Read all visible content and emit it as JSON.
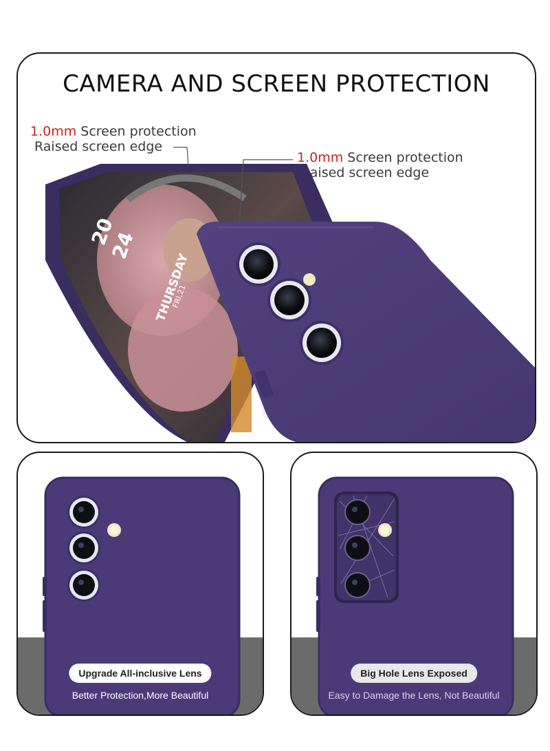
{
  "title": "CAMERA AND SCREEN PROTECTION",
  "callouts": [
    {
      "red": "1.0mm",
      "text": " Screen protection",
      "line2": "Raised screen edge"
    },
    {
      "red": "1.0mm",
      "text": " Screen protection",
      "line2": "Raised screen edge"
    }
  ],
  "screen": {
    "year_top": "20",
    "year_bottom": "24",
    "day": "THURSDAY",
    "date": "FRI,21"
  },
  "left_card": {
    "label": "Upgrade All-inclusive Lens",
    "subtitle": "Better Protection,More Beautiful"
  },
  "right_card": {
    "label": "Big Hole Lens Exposed",
    "subtitle": "Easy to Damage the Lens, Not Beautiful"
  },
  "colors": {
    "case_purple": "#4a3b78",
    "case_dark": "#3a2d60",
    "band_grey": "#6b6b6b",
    "accent_red": "#c8231f"
  },
  "icons": [
    "camera-lens-icon",
    "flash-icon"
  ]
}
